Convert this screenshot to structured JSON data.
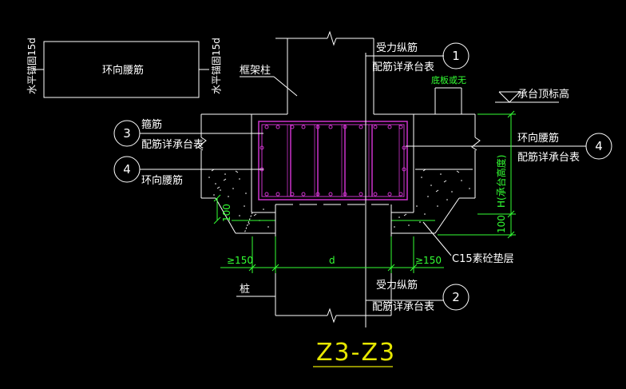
{
  "colors": {
    "background": "#000000",
    "lines": "#ffffff",
    "rebar": "#cc33cc",
    "dimension": "#33ff33",
    "title": "#e6e600"
  },
  "labels": {
    "ring_rebar_box": "环向腰筋",
    "anchor_left": "水平锚固15d",
    "anchor_right": "水平锚固15d",
    "frame_column": "框架柱",
    "main_rebar_top_1": "受力纵筋",
    "main_rebar_top_2": "配筋详承台表",
    "bottom_plate": "底板或无",
    "cap_top_elev": "承台顶标高",
    "stirrup_1": "箍筋",
    "stirrup_2": "配筋详承台表",
    "ring_rebar_left": "环向腰筋",
    "ring_rebar_right_1": "环向腰筋",
    "ring_rebar_right_2": "配筋详承台表",
    "cap_height": "H(承台高度)",
    "dim_100_left": "100",
    "dim_100_right": "100",
    "dim_150_left": "≥150",
    "dim_d": "d",
    "dim_150_right": "≥150",
    "c15_pad": "C15素砼垫层",
    "pile": "桩",
    "main_rebar_bot_1": "受力纵筋",
    "main_rebar_bot_2": "配筋详承台表",
    "section_title": "Z3-Z3"
  },
  "callouts": [
    "1",
    "2",
    "3",
    "4",
    "4"
  ]
}
